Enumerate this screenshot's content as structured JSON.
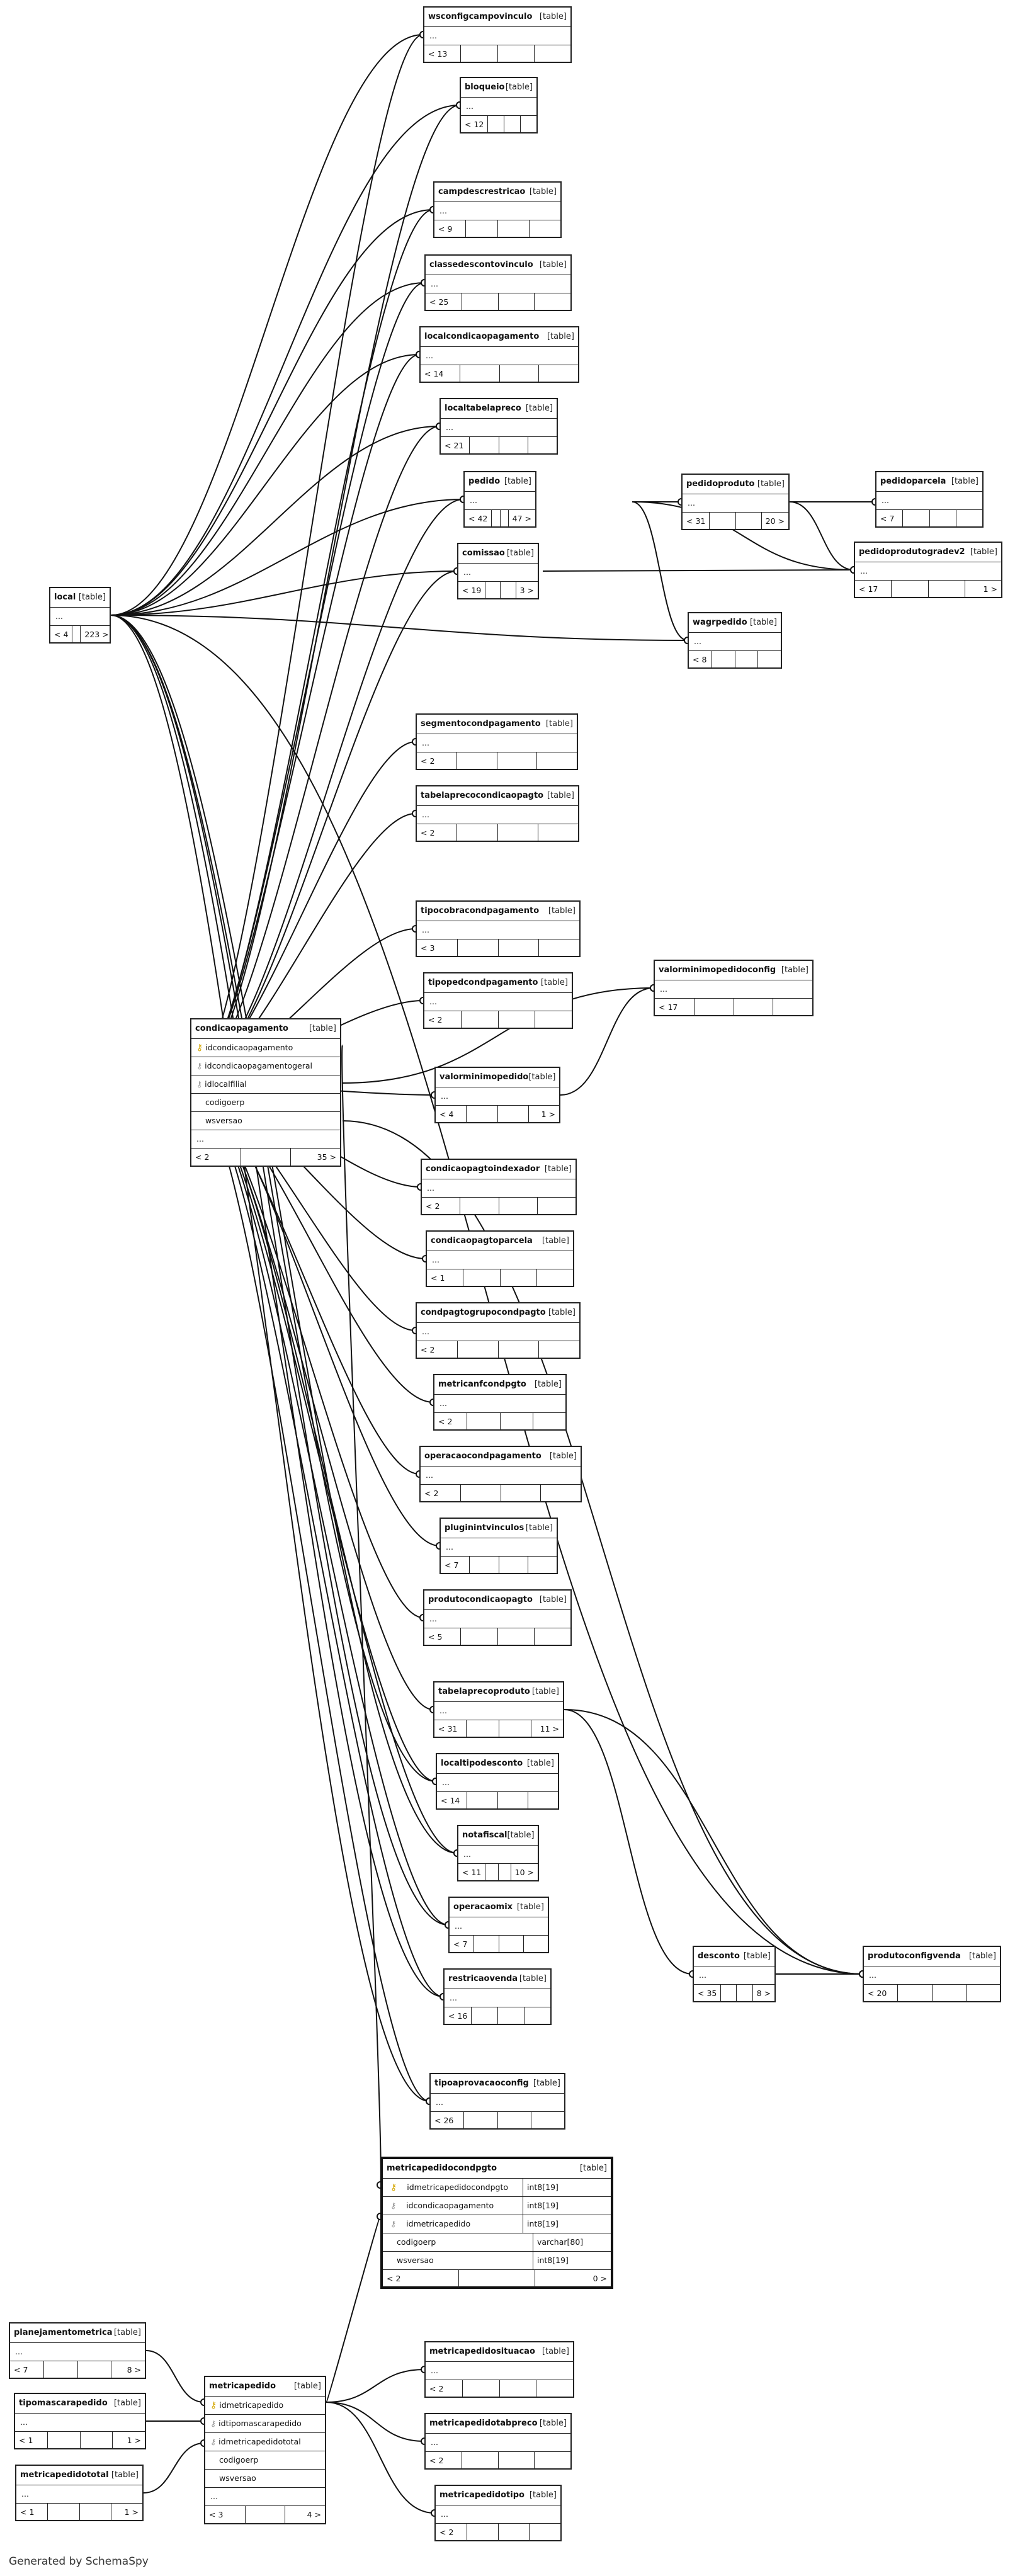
{
  "generator": "Generated by SchemaSpy",
  "tag_table": "[table]",
  "ellipsis": "...",
  "local": {
    "name": "local",
    "footer": [
      "< 4",
      "",
      "223 >"
    ]
  },
  "condicao": {
    "name": "condicaopagamento",
    "cols": [
      "idcondicaopagamento",
      "idcondicaopagamentogeral",
      "idlocalfilial",
      "codigoerp",
      "wsversao",
      "..."
    ],
    "footer": [
      "< 2",
      "",
      "35 >"
    ]
  },
  "metricapedido": {
    "name": "metricapedido",
    "cols": [
      "idmetricapedido",
      "idtipomascarapedido",
      "idmetricapedidototal",
      "codigoerp",
      "wsversao",
      "..."
    ],
    "footer": [
      "< 3",
      "",
      "4 >"
    ]
  },
  "mpcp": {
    "name": "metricapedidocondpgto",
    "cols": [
      [
        "idmetricapedidocondpgto",
        "int8[19]"
      ],
      [
        "idcondicaopagamento",
        "int8[19]"
      ],
      [
        "idmetricapedido",
        "int8[19]"
      ],
      [
        "codigoerp",
        "varchar[80]"
      ],
      [
        "wsversao",
        "int8[19]"
      ]
    ],
    "footer": [
      "< 2",
      "",
      "0 >"
    ]
  },
  "tables": [
    {
      "name": "wsconfigcampovinculo",
      "footer": [
        "< 13",
        "",
        ""
      ]
    },
    {
      "name": "bloqueio",
      "footer": [
        "< 12",
        "",
        ""
      ]
    },
    {
      "name": "campdescrestricao",
      "footer": [
        "< 9",
        "",
        ""
      ]
    },
    {
      "name": "classedescontovinculo",
      "footer": [
        "< 25",
        "",
        ""
      ]
    },
    {
      "name": "localcondicaopagamento",
      "footer": [
        "< 14",
        "",
        ""
      ]
    },
    {
      "name": "localtabelapreco",
      "footer": [
        "< 21",
        "",
        ""
      ]
    },
    {
      "name": "pedido",
      "footer": [
        "< 42",
        "",
        "47 >"
      ]
    },
    {
      "name": "comissao",
      "footer": [
        "< 19",
        "",
        "3 >"
      ]
    },
    {
      "name": "pedidoproduto",
      "footer": [
        "< 31",
        "",
        "20 >"
      ]
    },
    {
      "name": "pedidoparcela",
      "footer": [
        "< 7",
        "",
        ""
      ]
    },
    {
      "name": "pedidoprodutogradev2",
      "footer": [
        "< 17",
        "",
        "1 >"
      ]
    },
    {
      "name": "wagrpedido",
      "footer": [
        "< 8",
        "",
        ""
      ]
    },
    {
      "name": "segmentocondpagamento",
      "footer": [
        "< 2",
        "",
        ""
      ]
    },
    {
      "name": "tabelaprecocondicaopagto",
      "footer": [
        "< 2",
        "",
        ""
      ]
    },
    {
      "name": "tipocobracondpagamento",
      "footer": [
        "< 3",
        "",
        ""
      ]
    },
    {
      "name": "tipopedcondpagamento",
      "footer": [
        "< 2",
        "",
        ""
      ]
    },
    {
      "name": "valorminimopedidoconfig",
      "footer": [
        "< 17",
        "",
        ""
      ]
    },
    {
      "name": "valorminimopedido",
      "footer": [
        "< 4",
        "",
        "1 >"
      ]
    },
    {
      "name": "condicaopagtoindexador",
      "footer": [
        "< 2",
        "",
        ""
      ]
    },
    {
      "name": "condicaopagtoparcela",
      "footer": [
        "< 1",
        "",
        ""
      ]
    },
    {
      "name": "condpagtogrupocondpagto",
      "footer": [
        "< 2",
        "",
        ""
      ]
    },
    {
      "name": "metricanfcondpgto",
      "footer": [
        "< 2",
        "",
        ""
      ]
    },
    {
      "name": "operacaocondpagamento",
      "footer": [
        "< 2",
        "",
        ""
      ]
    },
    {
      "name": "pluginintvinculos",
      "footer": [
        "< 7",
        "",
        ""
      ]
    },
    {
      "name": "produtocondicaopagto",
      "footer": [
        "< 5",
        "",
        ""
      ]
    },
    {
      "name": "tabelaprecoproduto",
      "footer": [
        "< 31",
        "",
        "11 >"
      ]
    },
    {
      "name": "localtipodesconto",
      "footer": [
        "< 14",
        "",
        ""
      ]
    },
    {
      "name": "notafiscal",
      "footer": [
        "< 11",
        "",
        "10 >"
      ]
    },
    {
      "name": "operacaomix",
      "footer": [
        "< 7",
        "",
        ""
      ]
    },
    {
      "name": "restricaovenda",
      "footer": [
        "< 16",
        "",
        ""
      ]
    },
    {
      "name": "desconto",
      "footer": [
        "< 35",
        "",
        "8 >"
      ]
    },
    {
      "name": "produtoconfigvenda",
      "footer": [
        "< 20",
        "",
        ""
      ]
    },
    {
      "name": "tipoaprovacaoconfig",
      "footer": [
        "< 26",
        "",
        ""
      ]
    },
    {
      "name": "planejamentometrica",
      "footer": [
        "< 7",
        "",
        "8 >"
      ]
    },
    {
      "name": "tipomascarapedido",
      "footer": [
        "< 1",
        "",
        "1 >"
      ]
    },
    {
      "name": "metricapedidototal",
      "footer": [
        "< 1",
        "",
        "1 >"
      ]
    },
    {
      "name": "metricapedidosituacao",
      "footer": [
        "< 2",
        "",
        ""
      ]
    },
    {
      "name": "metricapedidotabpreco",
      "footer": [
        "< 2",
        "",
        ""
      ]
    },
    {
      "name": "metricapedidotipo",
      "footer": [
        "< 2",
        "",
        ""
      ]
    }
  ]
}
